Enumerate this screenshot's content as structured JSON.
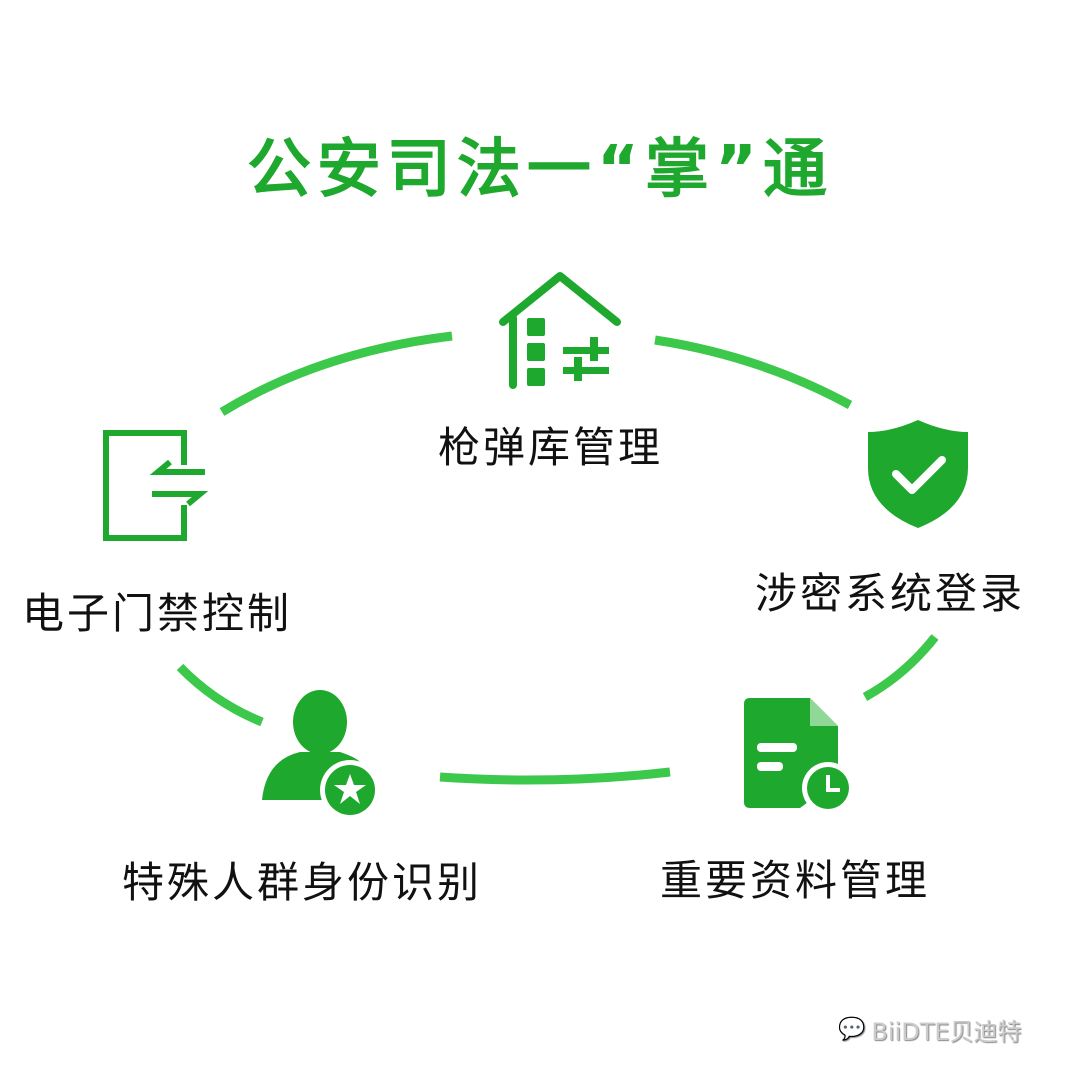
{
  "title": "公安司法一“掌”通",
  "items": [
    {
      "label": "枪弹库管理",
      "icon": "armory-house-icon"
    },
    {
      "label": "涉密系统登录",
      "icon": "shield-check-icon"
    },
    {
      "label": "重要资料管理",
      "icon": "document-clock-icon"
    },
    {
      "label": "特殊人群身份识别",
      "icon": "person-star-icon"
    },
    {
      "label": "电子门禁控制",
      "icon": "door-access-icon"
    }
  ],
  "watermark": "BiiDTE贝迪特",
  "colors": {
    "title": "#1fa82e",
    "icon": "#1fa82e",
    "arc": "#3cc84a"
  }
}
